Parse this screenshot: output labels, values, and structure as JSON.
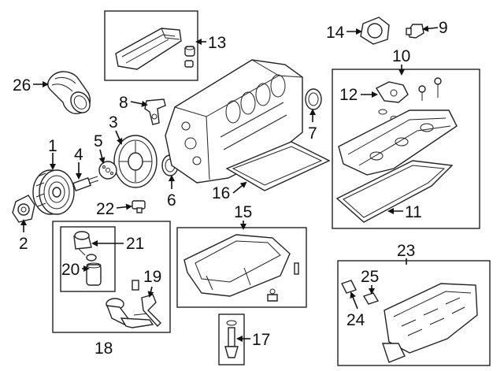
{
  "callouts": {
    "c1": "1",
    "c2": "2",
    "c3": "3",
    "c4": "4",
    "c5": "5",
    "c6": "6",
    "c7": "7",
    "c8": "8",
    "c9": "9",
    "c10": "10",
    "c11": "11",
    "c12": "12",
    "c13": "13",
    "c14": "14",
    "c15": "15",
    "c16": "16",
    "c17": "17",
    "c18": "18",
    "c19": "19",
    "c20": "20",
    "c21": "21",
    "c22": "22",
    "c23": "23",
    "c24": "24",
    "c25": "25",
    "c26": "26"
  },
  "colors": {
    "ink": "#222222",
    "background": "#ffffff"
  }
}
